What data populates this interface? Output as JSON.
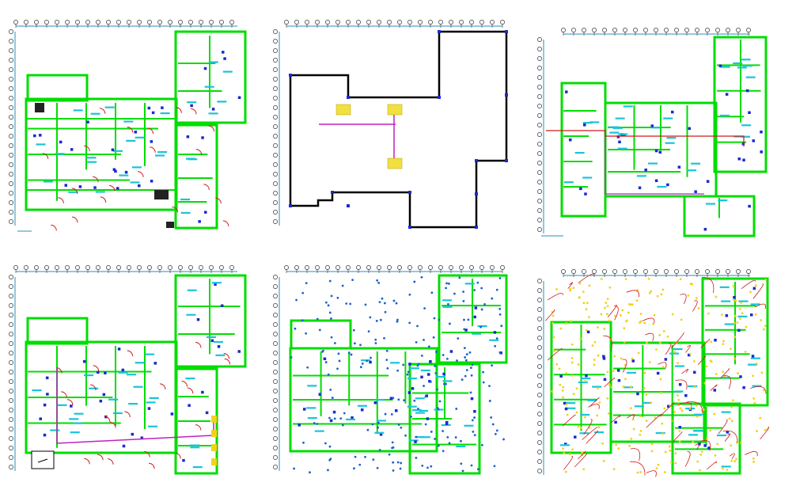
{
  "drawing": {
    "description_panels": [
      {
        "id": "floor-plan-architectural",
        "kind": "architectural"
      },
      {
        "id": "floor-plan-outline",
        "kind": "outline"
      },
      {
        "id": "floor-plan-piping",
        "kind": "piping"
      },
      {
        "id": "floor-plan-wiring",
        "kind": "wiring"
      },
      {
        "id": "floor-plan-fixtures",
        "kind": "fixtures"
      },
      {
        "id": "floor-plan-lighting",
        "kind": "lighting"
      }
    ],
    "colors": {
      "wall": "#00dd00",
      "outline": "#000000",
      "grid": "#2a8fb8",
      "door": "#d01a1a",
      "magenta": "#c020c0",
      "yellow": "#f2d21c",
      "blue_marker": "#1a2ad0",
      "cyan": "#19c4d8",
      "dark": "#333333"
    }
  }
}
